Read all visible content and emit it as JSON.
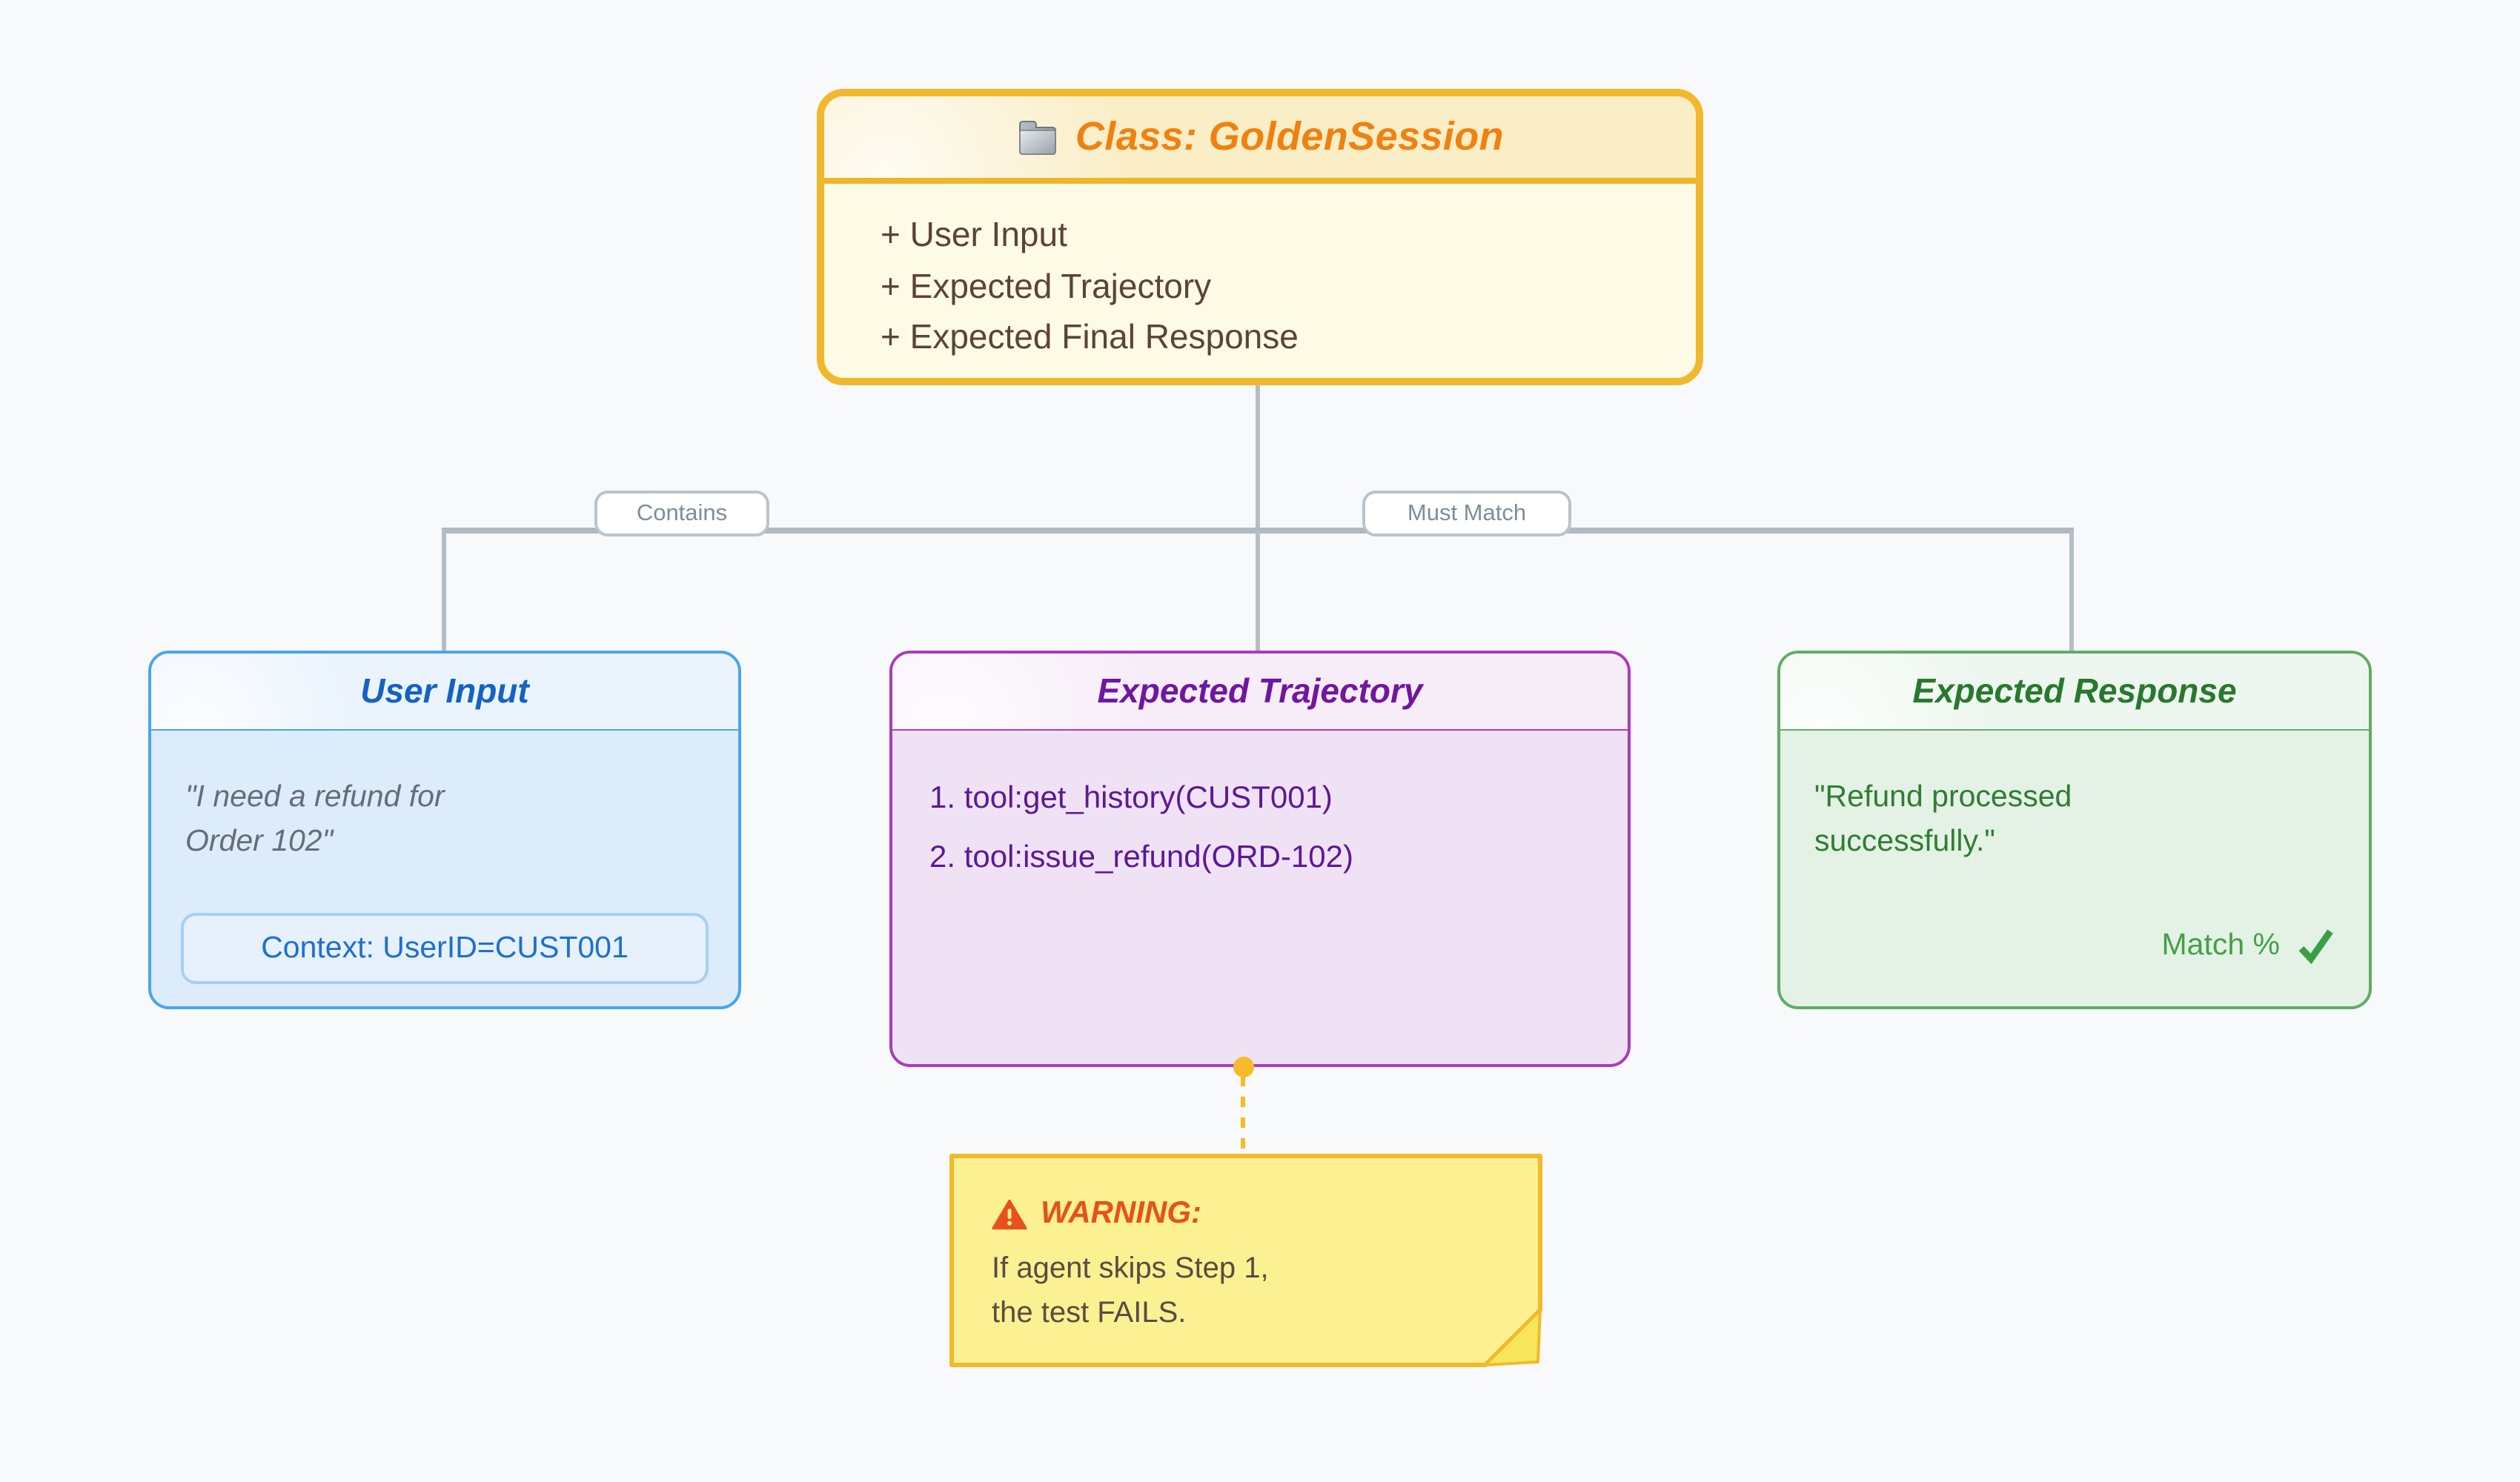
{
  "class_box": {
    "icon": "folder-icon",
    "title": "Class: GoldenSession",
    "members": [
      "+ User Input",
      "+ Expected Trajectory",
      "+ Expected Final Response"
    ]
  },
  "edges": {
    "contains_label": "Contains",
    "must_match_label": "Must Match"
  },
  "user_input_box": {
    "title": "User Input",
    "quote_line1": "\"I need a refund for",
    "quote_line2": "Order 102\"",
    "context_pill": "Context: UserID=CUST001"
  },
  "trajectory_box": {
    "title": "Expected Trajectory",
    "steps": [
      "1. tool:get_history(CUST001)",
      "2. tool:issue_refund(ORD-102)"
    ]
  },
  "response_box": {
    "title": "Expected Response",
    "quote_line1": "\"Refund processed",
    "quote_line2": "successfully.\"",
    "match_label": "Match %",
    "check_icon": "check-icon"
  },
  "warning_note": {
    "title": "WARNING:",
    "line1": "If agent skips Step 1,",
    "line2": "the test FAILS."
  },
  "colors": {
    "page_bg": "#f8f9fa",
    "gold_border": "#f2b82d",
    "class_title": "#f0810f",
    "class_member_text": "#5c4337",
    "edge_line": "#aebac3",
    "edge_label_text": "#7d8e99",
    "blue_border": "#4aa4ef",
    "blue_title": "#1462c4",
    "pill_text": "#1d6fd1",
    "purple_border": "#a93cbc",
    "purple_title": "#71169f",
    "purple_step_text": "#5c1896",
    "green_border": "#5fad66",
    "green_title": "#27792f",
    "green_text": "#2e7d32",
    "match_text": "#43a047",
    "check_color": "#3b9e47",
    "note_bg": "#fbf192",
    "note_border": "#f2b929",
    "note_title": "#e8501d",
    "note_text": "#5c4a42",
    "dashed_link": "#f6ba2a"
  }
}
